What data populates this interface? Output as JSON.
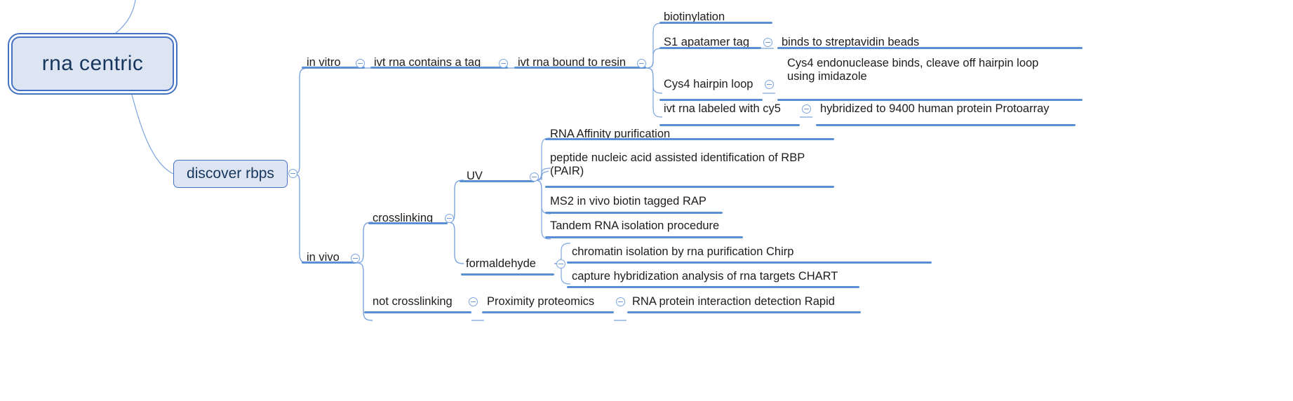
{
  "diagram": {
    "type": "mind-map",
    "title": "rna centric",
    "accent_color": "#5b8fd4",
    "node_fill": "#dde5f2",
    "node_border": "#4472c4",
    "text_color": "#1d1d1d",
    "background": "#ffffff"
  },
  "root": {
    "label": "rna centric"
  },
  "level1": {
    "label": "discover rbps"
  },
  "nodes": {
    "in_vitro": "in vitro",
    "ivt_contains_tag": "ivt rna contains a tag",
    "ivt_bound_resin": "ivt rna bound to resin",
    "biotinylation": "biotinylation",
    "s1_apatamer": "S1 apatamer tag",
    "streptavidin": "binds to streptavidin beads",
    "cys4_hairpin": "Cys4 hairpin loop",
    "cys4_endonuclease": "Cys4 endonuclease binds, cleave off hairpin loop using imidazole",
    "ivt_cy5": "ivt rna labeled with cy5",
    "protoarray": "hybridized to 9400 human protein Protoarray",
    "in_vivo": "in vivo",
    "crosslinking": "crosslinking",
    "uv": "UV",
    "rna_affinity": "RNA Affinity purification",
    "pair": "peptide nucleic acid assisted identification of RBP (PAIR)",
    "ms2_rap": "MS2 in vivo biotin tagged RAP",
    "tandem": "Tandem RNA isolation procedure",
    "formaldehyde": "formaldehyde",
    "chirp": "chromatin isolation by rna purification Chirp",
    "chart": "capture hybridization analysis of rna targets CHART",
    "not_crosslinking": "not crosslinking",
    "proximity": "Proximity proteomics",
    "rapid": "RNA protein interaction detection Rapid"
  }
}
